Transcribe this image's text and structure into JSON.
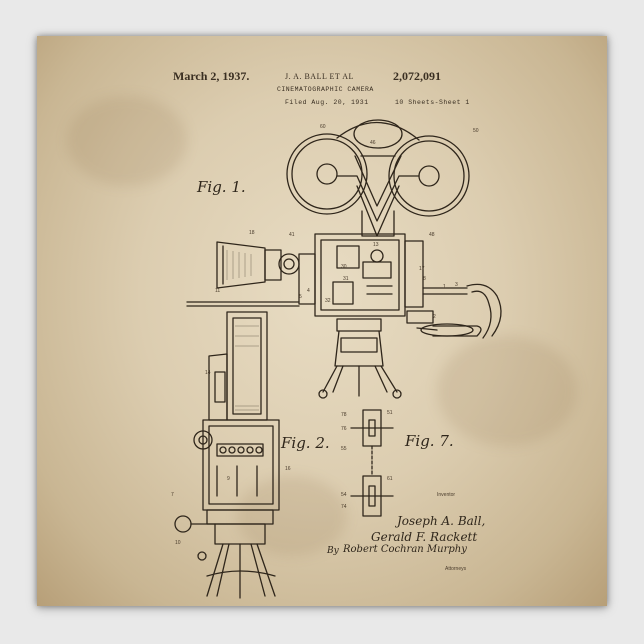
{
  "patent": {
    "date": "March 2, 1937.",
    "inventors_short": "J. A. BALL ET AL",
    "number": "2,072,091",
    "title": "CINEMATOGRAPHIC CAMERA",
    "filed": "Filed Aug. 20, 1931",
    "sheets": "10 Sheets-Sheet 1"
  },
  "figures": {
    "fig1": "Fig. 1.",
    "fig2": "Fig. 2.",
    "fig7": "Fig. 7."
  },
  "signature": {
    "inventor_label": "Inventor",
    "name1": "Joseph A. Ball,",
    "name2": "Gerald F. Rackett",
    "attorney_prefix": "By",
    "attorney_name": "Robert Cochran Murphy",
    "attorney_label": "Attorneys"
  },
  "reference_numbers": {
    "r60": "60",
    "r46": "46",
    "r50": "50",
    "r18": "18",
    "r41": "41",
    "r48": "48",
    "r13": "13",
    "r30": "30",
    "r31": "31",
    "r17": "17",
    "r8": "8",
    "r11": "11",
    "r1": "1",
    "r2": "2",
    "r3": "3",
    "r4": "4",
    "r5": "5",
    "r32": "32",
    "r14": "14",
    "r16": "16",
    "r9": "9",
    "r7": "7",
    "r10": "10",
    "r78": "78",
    "r51": "51",
    "r76": "76",
    "r55": "55",
    "r54": "54",
    "r74": "74",
    "r61": "61"
  },
  "colors": {
    "paper": "#dccdb0",
    "ink": "#2f261b",
    "background": "#e9e9e9"
  }
}
